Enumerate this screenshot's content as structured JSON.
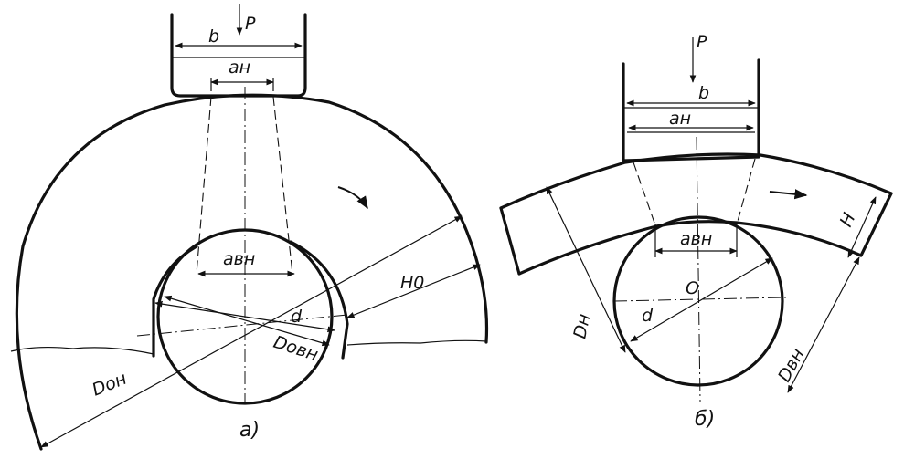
{
  "figure_a": {
    "caption": "а)",
    "labels": {
      "b": "b",
      "p": "P",
      "a_n": "aн",
      "a_vn": "aвн",
      "h0": "H0",
      "d": "d",
      "d_ovn": "Dовн",
      "d_on": "Dон"
    }
  },
  "figure_b": {
    "caption": "б)",
    "labels": {
      "p": "P",
      "b": "b",
      "a_n": "aн",
      "a_vn": "aвн",
      "o": "O",
      "d": "d",
      "h": "H",
      "d_n": "Dн",
      "d_vn": "Dвн"
    }
  }
}
